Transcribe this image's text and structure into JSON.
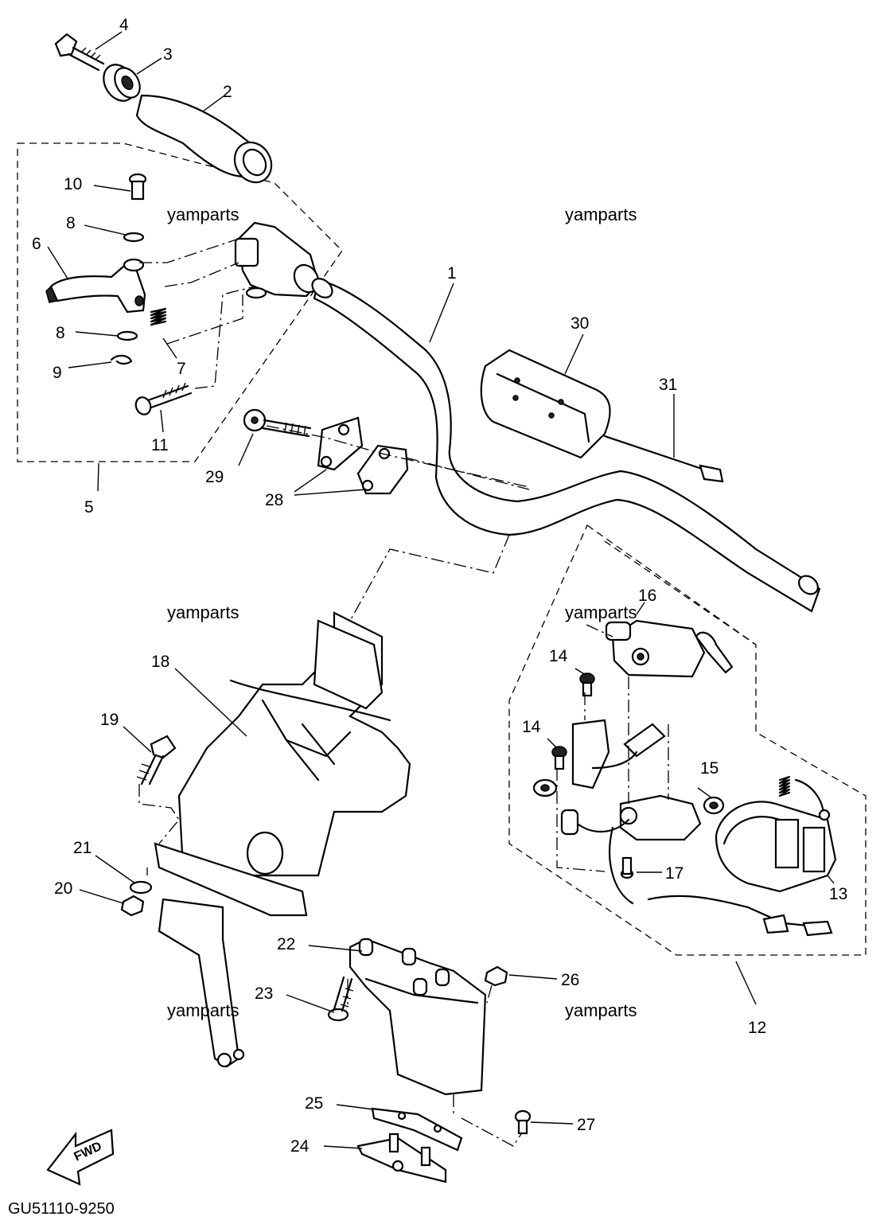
{
  "diagram_code": "GU51110-9250",
  "fwd_label": "FWD",
  "watermark": "yamparts",
  "callouts": {
    "p1": "1",
    "p2": "2",
    "p3": "3",
    "p4": "4",
    "p5": "5",
    "p6": "6",
    "p7": "7",
    "p8a": "8",
    "p8b": "8",
    "p9": "9",
    "p10": "10",
    "p11": "11",
    "p12": "12",
    "p13": "13",
    "p14a": "14",
    "p14b": "14",
    "p15": "15",
    "p16": "16",
    "p17": "17",
    "p18": "18",
    "p19": "19",
    "p20": "20",
    "p21": "21",
    "p22": "22",
    "p23": "23",
    "p24": "24",
    "p25": "25",
    "p26": "26",
    "p27": "27",
    "p28": "28",
    "p29": "29",
    "p30": "30",
    "p31": "31"
  }
}
